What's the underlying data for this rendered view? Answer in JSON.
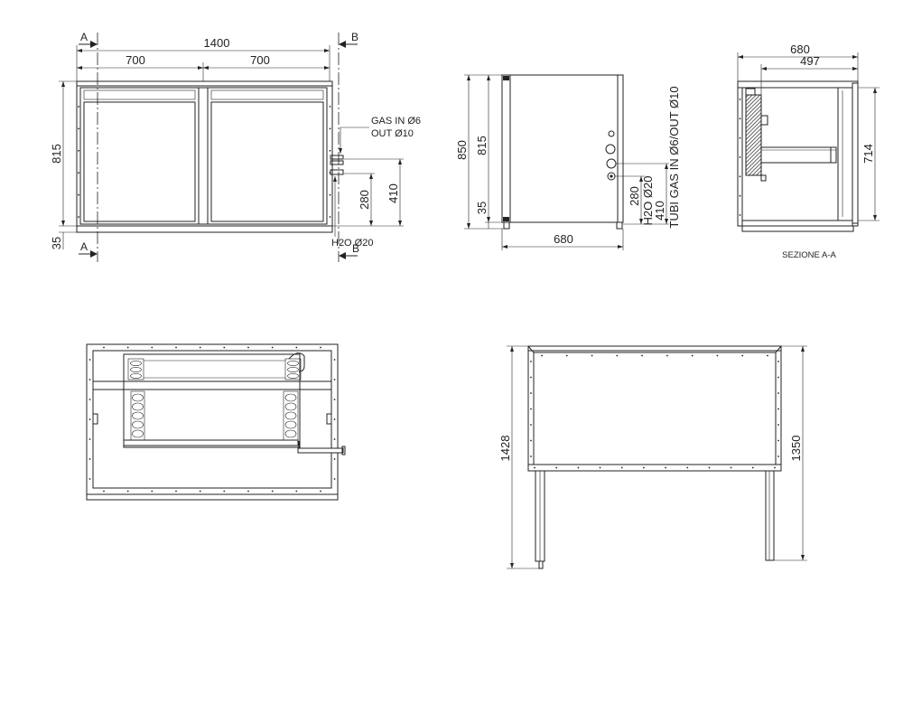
{
  "front_view": {
    "section_a_top": "A",
    "section_a_bottom": "A",
    "section_b_top": "B",
    "section_b_bottom": "B",
    "dim_total_width": "1400",
    "dim_door_left": "700",
    "dim_door_right": "700",
    "dim_height": "815",
    "dim_base": "35",
    "gas_in": "GAS IN Ø6",
    "gas_out": "OUT Ø10",
    "dim_water": "280",
    "dim_gas": "410",
    "water_label": "H2O Ø20"
  },
  "side_view": {
    "dim_total_height": "850",
    "dim_height": "815",
    "dim_base": "35",
    "dim_depth": "680",
    "dim_water": "280",
    "water_label": "H2O Ø20",
    "dim_gas": "410",
    "gas_label": "TUBI GAS IN Ø6/OUT Ø10"
  },
  "section_view": {
    "dim_depth": "680",
    "dim_inner_depth": "497",
    "dim_inner_height": "714",
    "title": "SEZIONE A-A"
  },
  "elevation_view": {
    "dim_total_height": "1428",
    "dim_leg_height": "1350"
  },
  "colors": {
    "line": "#222222",
    "background": "#ffffff"
  }
}
